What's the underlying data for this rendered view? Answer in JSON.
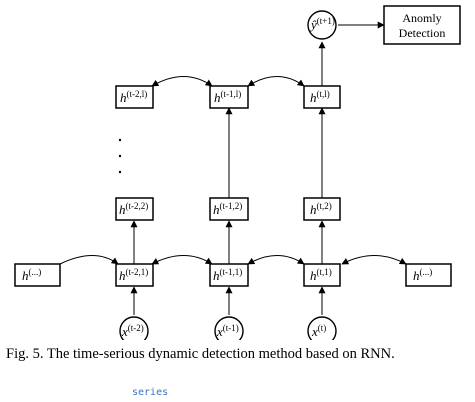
{
  "nodes": {
    "output": {
      "main": "ŷ",
      "sup": "(t+1)"
    },
    "detector": {
      "line1": "Anomly",
      "line2": "Detection"
    },
    "top_layer": [
      {
        "main": "h",
        "sup": "(t-2,l)"
      },
      {
        "main": "h",
        "sup": "(t-1,l)"
      },
      {
        "main": "h",
        "sup": "(t,l)"
      }
    ],
    "second_layer": [
      {
        "main": "h",
        "sup": "(t-2,2)"
      },
      {
        "main": "h",
        "sup": "(t-1,2)"
      },
      {
        "main": "h",
        "sup": "(t,2)"
      }
    ],
    "first_layer": [
      {
        "main": "h",
        "sup": "(...)"
      },
      {
        "main": "h",
        "sup": "(t-2,1)"
      },
      {
        "main": "h",
        "sup": "(t-1,1)"
      },
      {
        "main": "h",
        "sup": "(t,1)"
      },
      {
        "main": "h",
        "sup": "(...)"
      }
    ],
    "inputs": [
      {
        "main": "x",
        "sup": "(t-2)"
      },
      {
        "main": "x",
        "sup": "(t-1)"
      },
      {
        "main": "x",
        "sup": "(t)"
      }
    ]
  },
  "caption": "Fig. 5.  The time-serious dynamic detection method based on RNN.",
  "correction": "series"
}
